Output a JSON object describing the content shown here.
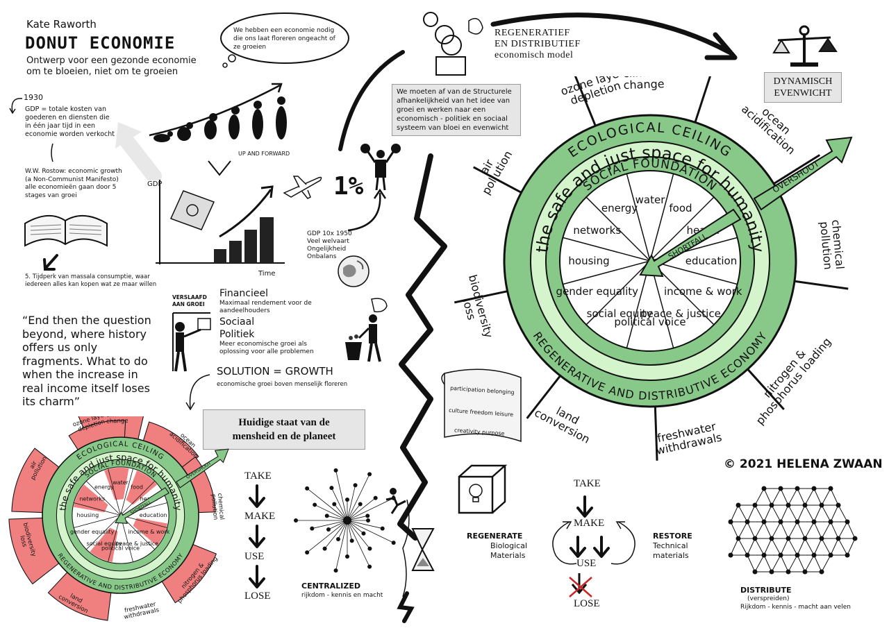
{
  "colors": {
    "green_dark": "#2e7d32",
    "green_mid": "#88c98a",
    "green_light": "#d4f5cc",
    "red_overshoot": "#f08080",
    "box_gray": "#e6e6e6"
  },
  "header": {
    "author": "Kate Raworth",
    "title": "DONUT ECONOMIE",
    "subtitle": "Ontwerp voor een gezonde economie om te bloeien, niet om te groeien"
  },
  "thought_bubble": "We hebben een economie nodig die ons laat floreren ongeacht of ze groeien",
  "model_label": {
    "line1": "REGENERATIEF",
    "line2": "EN DISTRIBUTIEF",
    "line3": "economisch model"
  },
  "structural_box": "We moeten af van de Structurele afhankelijkheid van het idee van groei en werken naar een economisch - politiek en sociaal systeem van bloei en evenwicht",
  "balance_box": {
    "line1": "DYNAMISCH",
    "line2": "EVENWICHT"
  },
  "gdp_history": {
    "year": "1930",
    "definition": "GDP = totale kosten van goederen en diensten die in één jaar tijd in een economie worden verkocht",
    "rostow": "W.W. Rostow: economic growth (a Non-Communist Manifesto) alle economieën gaan door 5 stages van groei",
    "stage5": "5. Tijdperk van massala consumptie, waar iedereen alles kan kopen wat ze maar willen"
  },
  "evolution_label": "UP AND FORWARD",
  "gdp_chart": {
    "ylabel": "GDP",
    "xlabel": "Time"
  },
  "one_percent": {
    "label": "1%",
    "note": "GDP 10x 1950 Veel welvaart Ongelijkheid Onbalans"
  },
  "quote": "“End then the question beyond, where history offers us only fragments. What to do when the increase in real income itself loses its charm”",
  "addicted": {
    "label1": "VERSLAAFD",
    "label2": "AAN GROEI",
    "fin_title": "Financieel",
    "fin_text": "Maximaal rendement voor de aandeelhouders",
    "soc_title": "Sociaal",
    "pol_title": "Politiek",
    "pol_text": "Meer economische groei als oplossing voor alle problemen",
    "solution": "SOLUTION = GROWTH",
    "solution_sub": "economische groei  boven menselijk floreren"
  },
  "current_state_box": {
    "line1": "Huidige staat van de",
    "line2": "mensheid en de planeet"
  },
  "linear": {
    "take": "TAKE",
    "make": "MAKE",
    "use": "USE",
    "lose": "LOSE"
  },
  "centralized": {
    "title": "CENTRALIZED",
    "sub": "rijkdom - kennis en macht"
  },
  "scroll_items": [
    "participation  belonging",
    "culture  freedom  leisure",
    "creativity   purpose"
  ],
  "circular": {
    "take": "TAKE",
    "make": "MAKE",
    "use": "USE",
    "lose": "LOSE",
    "regen_title": "REGENERATE",
    "regen_sub1": "Biological",
    "regen_sub2": "Materials",
    "restore_title": "RESTORE",
    "restore_sub1": "Technical",
    "restore_sub2": "materials"
  },
  "distribute": {
    "title": "DISTRIBUTE",
    "sub1": "(verspreiden)",
    "sub2": "Rijkdom - kennis - macht aan velen"
  },
  "copyright": "© 2021 HELENA ZWAAN",
  "donut": {
    "ceiling": "ECOLOGICAL CEILING",
    "safe_space": "the safe and just space for humanity",
    "foundation": "SOCIAL FOUNDATION",
    "regen": "REGENERATIVE AND DISTRIBUTIVE ECONOMY",
    "overshoot": "OVERSHOOT",
    "shortfall": "SHORTFALL",
    "social": [
      "water",
      "food",
      "health",
      "education",
      "income & work",
      "peace & justice",
      "political voice",
      "social equity",
      "gender equality",
      "housing",
      "networks",
      "energy"
    ],
    "planetary": [
      "climate change",
      "ocean acidification",
      "chemical pollution",
      "nitrogen & phosphorus loading",
      "freshwater withdrawals",
      "land conversion",
      "biodiversity loss",
      "air pollution",
      "ozone layer depletion"
    ]
  }
}
